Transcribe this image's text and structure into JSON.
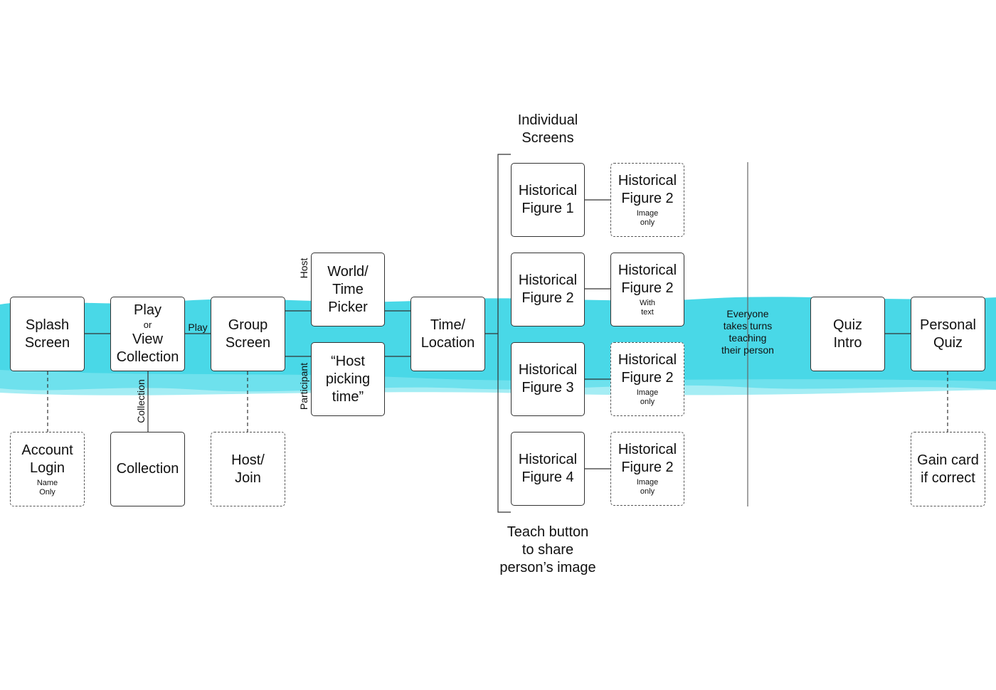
{
  "colors": {
    "brush": "#3fd6e6",
    "stroke": "#333333"
  },
  "nodes": {
    "splash": {
      "title": "Splash\nScreen"
    },
    "account": {
      "title": "Account\nLogin",
      "note": "Name\nOnly"
    },
    "play": {
      "line1": "Play",
      "or": "or",
      "line2": "View\nCollection"
    },
    "collection": {
      "title": "Collection"
    },
    "group": {
      "title": "Group\nScreen"
    },
    "hostjoin": {
      "title": "Host/\nJoin"
    },
    "world": {
      "title": "World/\nTime\nPicker"
    },
    "hostpicking": {
      "title": "“Host\npicking\ntime”"
    },
    "timeloc": {
      "title": "Time/\nLocation"
    },
    "hf1": {
      "title": "Historical\nFigure 1"
    },
    "hf2": {
      "title": "Historical\nFigure 2"
    },
    "hf3": {
      "title": "Historical\nFigure 3"
    },
    "hf4": {
      "title": "Historical\nFigure 4"
    },
    "hf1b": {
      "title": "Historical\nFigure 2",
      "note": "Image\nonly"
    },
    "hf2b": {
      "title": "Historical\nFigure 2",
      "note": "With\ntext"
    },
    "hf3b": {
      "title": "Historical\nFigure 2",
      "note": "Image\nonly"
    },
    "hf4b": {
      "title": "Historical\nFigure 2",
      "note": "Image\nonly"
    },
    "quizintro": {
      "title": "Quiz\nIntro"
    },
    "personalquiz": {
      "title": "Personal\nQuiz"
    },
    "gaincard": {
      "title": "Gain card\nif correct"
    }
  },
  "labels": {
    "individual": "Individual\nScreens",
    "teach": "Teach button\nto share\nperson’s image",
    "everyone": "Everyone\ntakes turns\nteaching\ntheir person",
    "play_edge": "Play",
    "host_edge": "Host",
    "participant_edge": "Participant",
    "collection_edge": "Collection"
  }
}
